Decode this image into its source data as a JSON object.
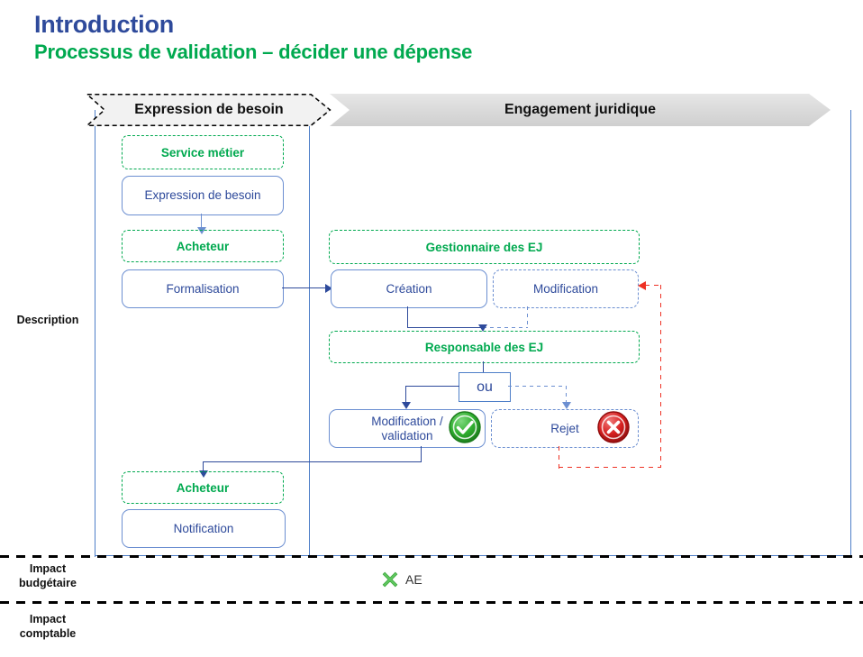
{
  "titles": {
    "main": "Introduction",
    "sub": "Processus de validation – décider une dépense",
    "main_color": "#2E4A9B",
    "sub_color": "#00A94F"
  },
  "row_labels": {
    "description": "Description",
    "impact_budgetaire_line1": "Impact",
    "impact_budgetaire_line2": "budgétaire",
    "impact_comptable_line1": "Impact",
    "impact_comptable_line2": "comptable"
  },
  "phases": [
    {
      "label": "Expression de besoin"
    },
    {
      "label": "Engagement juridique"
    }
  ],
  "roles": [
    {
      "label": "Service métier"
    },
    {
      "label": "Acheteur"
    },
    {
      "label": "Gestionnaire  des EJ"
    },
    {
      "label": "Responsable des EJ"
    },
    {
      "label": "Acheteur"
    }
  ],
  "steps": [
    {
      "label": "Expression de besoin",
      "style": "solid"
    },
    {
      "label": "Formalisation",
      "style": "solid"
    },
    {
      "label": "Création",
      "style": "solid"
    },
    {
      "label": "Modification",
      "style": "dashed"
    },
    {
      "label": "ou",
      "style": "decision"
    },
    {
      "label_line1": "Modification /",
      "label_line2": "validation",
      "style": "solid"
    },
    {
      "label": "Rejet",
      "style": "dashed"
    },
    {
      "label": "Notification",
      "style": "solid"
    }
  ],
  "icons": {
    "validation": "green-check-circle-icon",
    "rejet": "red-cross-circle-icon",
    "ae": "green-cross-icon"
  },
  "impact": {
    "ae_label": "AE"
  },
  "colors": {
    "blue_text": "#2E4A9B",
    "green": "#00A94F",
    "box_blue": "#6C8FD1",
    "red": "#EE3124",
    "banner_active": "#F2F2F2",
    "banner_inactive": "#D9D9D9"
  }
}
